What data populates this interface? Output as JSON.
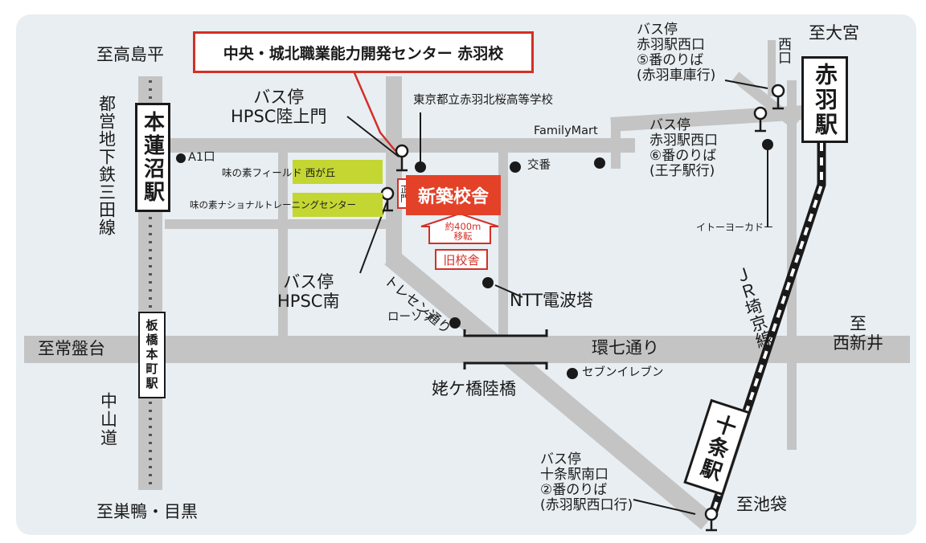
{
  "map": {
    "title": "中央・城北職業能力開発センター 赤羽校",
    "new_building": "新築校舎",
    "old_building": "旧校舎",
    "move_note": "約400m\n移転",
    "main_gate": "正門",
    "stations": {
      "akabane": "赤羽駅",
      "jujo": "十条駅",
      "motohasunuma": "本蓮沼駅",
      "itabashihoncho": "板橋本町駅"
    },
    "lines": {
      "jr_saikyo": "ＪＲ埼京線",
      "toei_mita": "都営地下鉄三田線"
    },
    "roads": {
      "kannana": "環七通り",
      "toresen": "トレセン通り",
      "bridge": "姥ケ橋陸橋"
    },
    "directions": {
      "takashimadaira": "至高島平",
      "omiya": "至大宮",
      "tokiwadai": "至常盤台",
      "nishiarai": "至\n西新井",
      "sugamo_meguro": "至巣鴨・目黒",
      "ikebukuro": "至池袋",
      "nakasendo": "中山道"
    },
    "bus_stops": {
      "hpsc_rikujomon": "バス停\nHPSC陸上門",
      "hpsc_minami": "バス停\nHPSC南",
      "akabane_nishi5": "バス停\n赤羽駅西口\n⑤番のりば\n(赤羽車庫行)",
      "akabane_nishi6": "バス停\n赤羽駅西口\n⑥番のりば\n(王子駅行)",
      "jujo_minami2": "バス停\n十条駅南口\n②番のりば\n(赤羽駅西口行)"
    },
    "landmarks": {
      "a1_exit": "A1口",
      "ajinomoto_field": "味の素フィールド 西が丘",
      "ajinomoto_ntc": "味の素ナショナルトレーニングセンター",
      "akabane_hokuo_hs": "東京都立赤羽北桜高等学校",
      "familymart": "FamilyMart",
      "koban": "交番",
      "ito_yokado": "イトーヨーカドー",
      "ntt_tower": "NTT電波塔",
      "lawson": "ローソン",
      "seven_eleven": "セブンイレブン",
      "nishiguchi": "西口"
    },
    "colors": {
      "background": "#e8eef2",
      "road": "#c4c4c4",
      "accent_red": "#e34128",
      "green_field": "#c4d632"
    }
  }
}
